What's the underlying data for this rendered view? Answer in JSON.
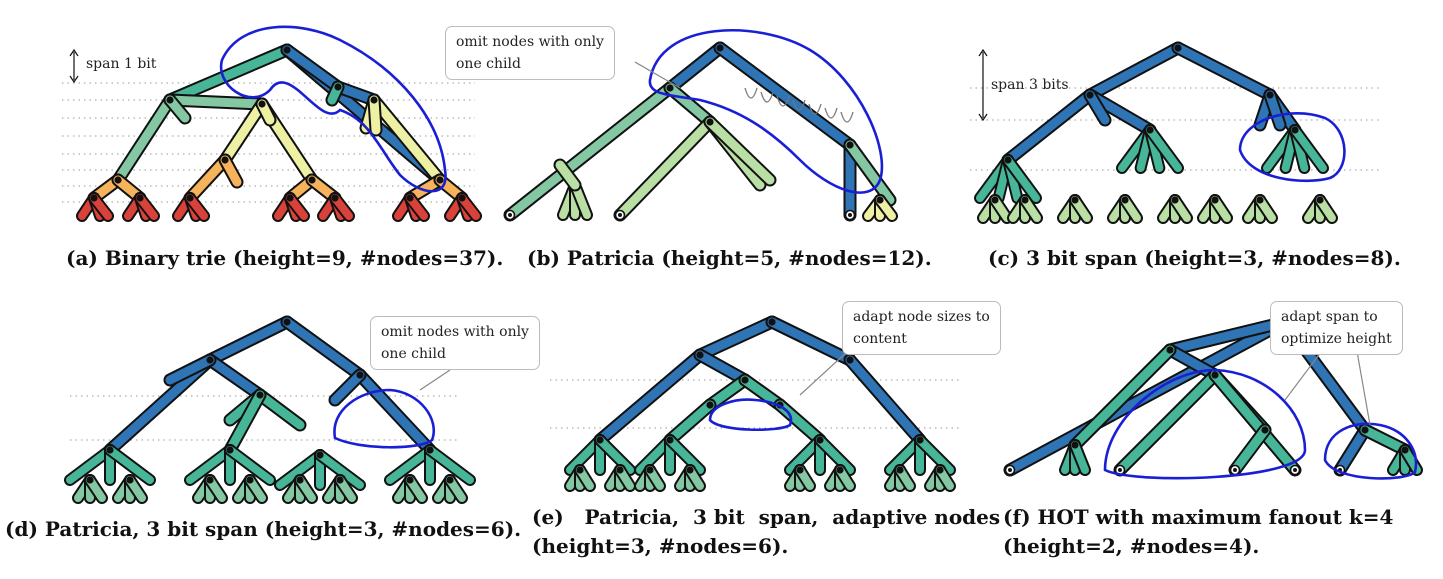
{
  "colors": {
    "level_root": "#2f74b5",
    "level_teal": "#47b597",
    "level_green": "#83c8a2",
    "level_light": "#b9dfa4",
    "level_yellow": "#eef0a4",
    "level_orange": "#f6b35c",
    "level_red": "#d9423a",
    "highlight": "#1a1fd6",
    "callout_border": "#bcbcbc"
  },
  "panels": [
    {
      "id": "a",
      "caption": "(a) Binary trie (height=9, #nodes=37).",
      "annotation": "span 1 bit"
    },
    {
      "id": "b",
      "caption": "(b) Patricia (height=5, #nodes=12).",
      "callout": [
        "omit nodes with only",
        "one child"
      ]
    },
    {
      "id": "c",
      "caption": "(c) 3 bit span (height=3, #nodes=8).",
      "annotation": "span 3 bits"
    },
    {
      "id": "d",
      "caption": "(d) Patricia, 3 bit span (height=3, #nodes=6).",
      "callout": [
        "omit nodes with only",
        "one child"
      ]
    },
    {
      "id": "e",
      "caption_line1": "(e)   Patricia,  3 bit  span,  adaptive nodes",
      "caption_line2": "(height=3, #nodes=6).",
      "callout": [
        "adapt node sizes to",
        "content"
      ]
    },
    {
      "id": "f",
      "caption_line1": "(f) HOT with maximum fanout k=4",
      "caption_line2": "(height=2, #nodes=4).",
      "callout": [
        "adapt span to",
        "optimize height"
      ]
    }
  ]
}
